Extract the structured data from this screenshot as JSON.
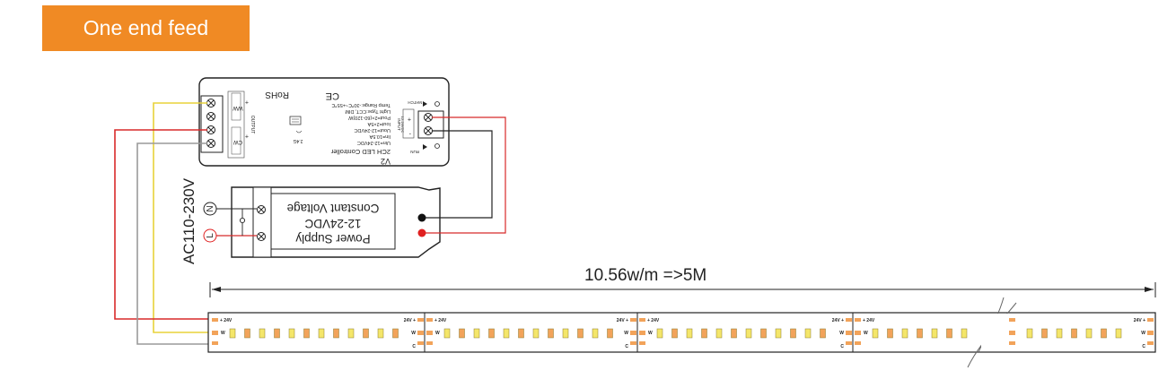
{
  "header": {
    "title": "One end feed"
  },
  "colors": {
    "accent": "#f08a24",
    "wire_red": "#d82a2a",
    "wire_yellow": "#e8d23a",
    "wire_gray": "#9a9a9a",
    "led_yellow": "#f4e66a",
    "led_orange": "#f2a35a"
  },
  "controller": {
    "model": "V2",
    "name": "2CH LED Controller",
    "spec_lines": [
      "Uin=12-24VDC",
      "Iin=10.5A",
      "Uout=12-24VDC",
      "Iout=2×5A",
      "Pout=2×(60-120)W",
      "Light Type:CCT, DIM",
      "Temp Range:-30℃~+55℃"
    ],
    "rohs": "RoHS",
    "ce": "CE",
    "match_label": "MATCH",
    "run_label": "RUN",
    "output_label": "OUTPUT",
    "input_label": "INPUT",
    "input_sub": "12-24VDC",
    "ch1": "WW",
    "ch2": "CW",
    "wire_note": "2.4G"
  },
  "power_supply": {
    "line1": "Constant Voltage",
    "line2": "12-24VDC",
    "line3": "Power Supply",
    "ac_label": "AC110-230V",
    "n_label": "N",
    "l_label": "L"
  },
  "strip": {
    "dimension_label": "10.56w/m =>5M",
    "plus_label": "+ 24V",
    "plus_label_right": "24V +",
    "w_label": "W",
    "c_label": "C"
  }
}
